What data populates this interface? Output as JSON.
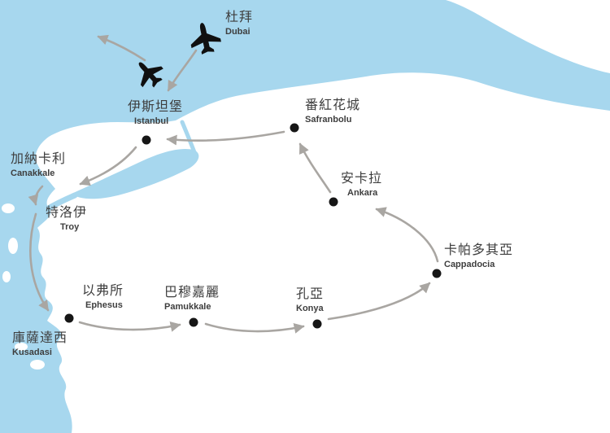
{
  "map": {
    "title": "Turkey tour itinerary map",
    "colors": {
      "sea": "#a7d7ee",
      "land": "#ffffff",
      "route": "#a9a6a2",
      "marker": "#161616",
      "text": "#3e3e3e",
      "plane": "#101010"
    },
    "cities": [
      {
        "id": "dubai",
        "zh": "杜拜",
        "en": "Dubai"
      },
      {
        "id": "istanbul",
        "zh": "伊斯坦堡",
        "en": "Istanbul"
      },
      {
        "id": "safranbolu",
        "zh": "番紅花城",
        "en": "Safranbolu"
      },
      {
        "id": "canakkale",
        "zh": "加納卡利",
        "en": "Canakkale"
      },
      {
        "id": "ankara",
        "zh": "安卡拉",
        "en": "Ankara"
      },
      {
        "id": "troy",
        "zh": "特洛伊",
        "en": "Troy"
      },
      {
        "id": "cappadocia",
        "zh": "卡帕多其亞",
        "en": "Cappadocia"
      },
      {
        "id": "ephesus",
        "zh": "以弗所",
        "en": "Ephesus"
      },
      {
        "id": "pamukkale",
        "zh": "巴穆嘉麗",
        "en": "Pamukkale"
      },
      {
        "id": "konya",
        "zh": "孔亞",
        "en": "Konya"
      },
      {
        "id": "kusadasi",
        "zh": "庫薩達西",
        "en": "Kusadasi"
      }
    ],
    "flight_route": [
      "dubai",
      "istanbul"
    ],
    "ground_route": [
      "istanbul",
      "canakkale",
      "troy",
      "kusadasi",
      "ephesus",
      "pamukkale",
      "konya",
      "cappadocia",
      "ankara",
      "safranbolu",
      "istanbul"
    ]
  }
}
